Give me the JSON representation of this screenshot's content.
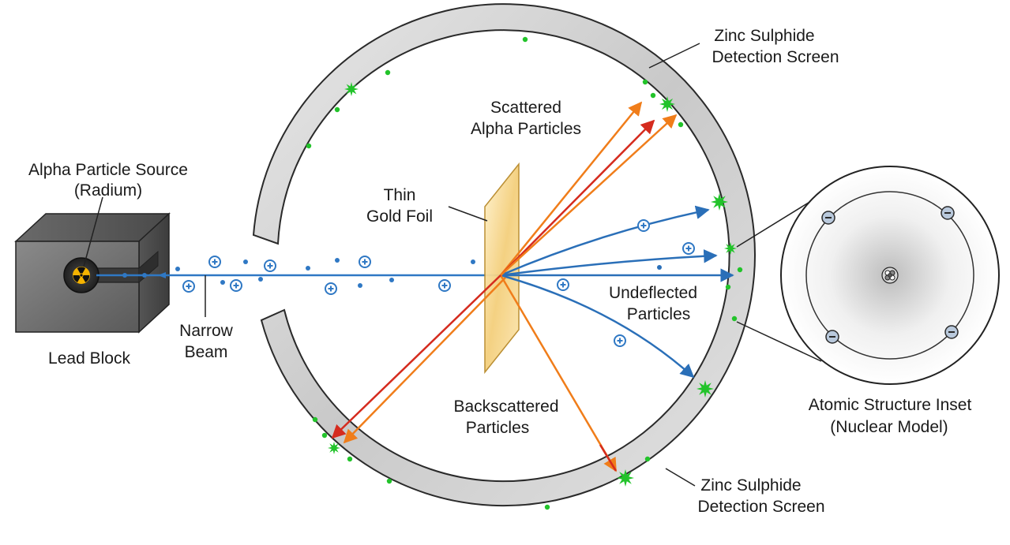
{
  "labels": {
    "source_line1": "Alpha Particle Source",
    "source_line2": "(Radium)",
    "lead_block": "Lead Block",
    "narrow_beam_line1": "Narrow",
    "narrow_beam_line2": "Beam",
    "thin_foil_line1": "Thin",
    "thin_foil_line2": "Gold Foil",
    "scattered_line1": "Scattered",
    "scattered_line2": "Alpha Particles",
    "undeflected_line1": "Undeflected",
    "undeflected_line2": "Particles",
    "backscattered_line1": "Backscattered",
    "backscattered_line2": "Particles",
    "screen_top_line1": "Zinc Sulphide",
    "screen_top_line2": "Detection Screen",
    "screen_bottom_line1": "Zinc Sulphide",
    "screen_bottom_line2": "Detection Screen",
    "inset_line1": "Atomic Structure Inset",
    "inset_line2": "(Nuclear Model)"
  },
  "icons": {
    "radiation": "radiation-trefoil",
    "alpha_particle": "plus-circle",
    "electron": "minus-circle",
    "flash": "scintillation-star"
  },
  "colors": {
    "beam_blue": "#2f78c4",
    "undeflected_blue": "#2a6fb8",
    "scatter_orange": "#f07d1a",
    "scatter_red": "#d52b1e",
    "scintillation_green": "#22c32a",
    "screen_gray": "#cfcfcf",
    "lead_gray": "#6d6d6d",
    "gold_foil": "#f2c86a",
    "radiation_yellow": "#f5b300"
  }
}
